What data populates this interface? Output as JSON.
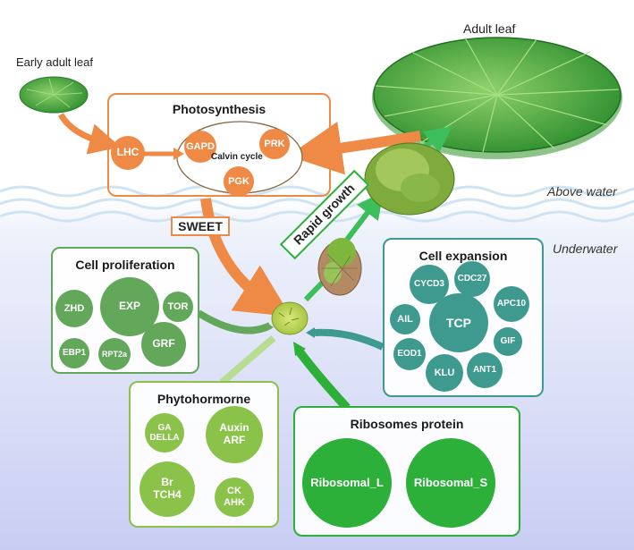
{
  "labels": {
    "early_adult_leaf": "Early adult leaf",
    "adult_leaf": "Adult leaf",
    "above_water": "Above water",
    "underwater": "Underwater",
    "rapid_growth": "Rapid growth",
    "sweet": "SWEET"
  },
  "photosynthesis": {
    "title": "Photosynthesis",
    "lhc": "LHC",
    "calvin_cycle": "Calvin cycle",
    "gapd": "GAPD",
    "prk": "PRK",
    "pgk": "PGK"
  },
  "cell_proliferation": {
    "title": "Cell proliferation",
    "zhd": "ZHD",
    "exp": "EXP",
    "tor": "TOR",
    "ebp1": "EBP1",
    "rpt2a": "RPT2a",
    "grf": "GRF"
  },
  "cell_expansion": {
    "title": "Cell expansion",
    "cycd3": "CYCD3",
    "cdc27": "CDC27",
    "apc10": "APC10",
    "ail": "AIL",
    "tcp": "TCP",
    "gif": "GIF",
    "eod1": "EOD1",
    "klu": "KLU",
    "ant1": "ANT1"
  },
  "phytohormone": {
    "title": "Phytohormorne",
    "ga_line1": "GA",
    "ga_line2": "DELLA",
    "auxin_line1": "Auxin",
    "auxin_line2": "ARF",
    "br_line1": "Br",
    "br_line2": "TCH4",
    "ck_line1": "CK",
    "ck_line2": "AHK"
  },
  "ribosomes": {
    "title": "Ribosomes protein",
    "large": "Ribosomal_L",
    "small": "Ribosomal_S"
  },
  "colors": {
    "orange": "#EE8A45",
    "teal": "#3E9A8E",
    "green_prolif": "#63A75A",
    "green_hormone": "#8BC34A",
    "green_ribo": "#2DB03A",
    "leaf": "#4CAF50"
  }
}
